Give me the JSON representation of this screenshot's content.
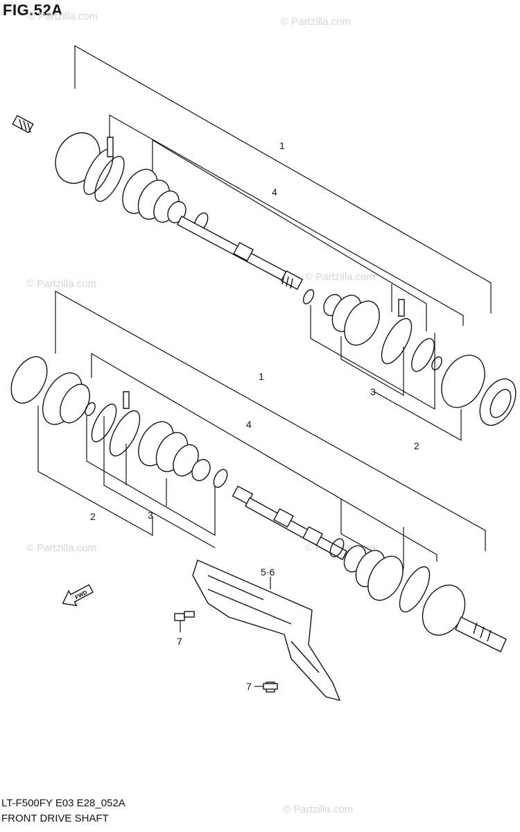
{
  "figure": {
    "title": "FIG.52A"
  },
  "callouts": {
    "upper_1": "1",
    "upper_4": "4",
    "upper_3": "3",
    "upper_2": "2",
    "lower_1": "1",
    "lower_4": "4",
    "lower_2": "2",
    "lower_3": "3",
    "guard_56": "5·6",
    "bolt_7a": "7",
    "bolt_7b": "7"
  },
  "direction_arrow": {
    "label": "FWD"
  },
  "watermark": {
    "text": "© Partzilla.com"
  },
  "footer": {
    "code": "LT-F500FY E03 E28_052A",
    "watermark": "© Partzilla.com",
    "caption": "FRONT DRIVE SHAFT"
  }
}
